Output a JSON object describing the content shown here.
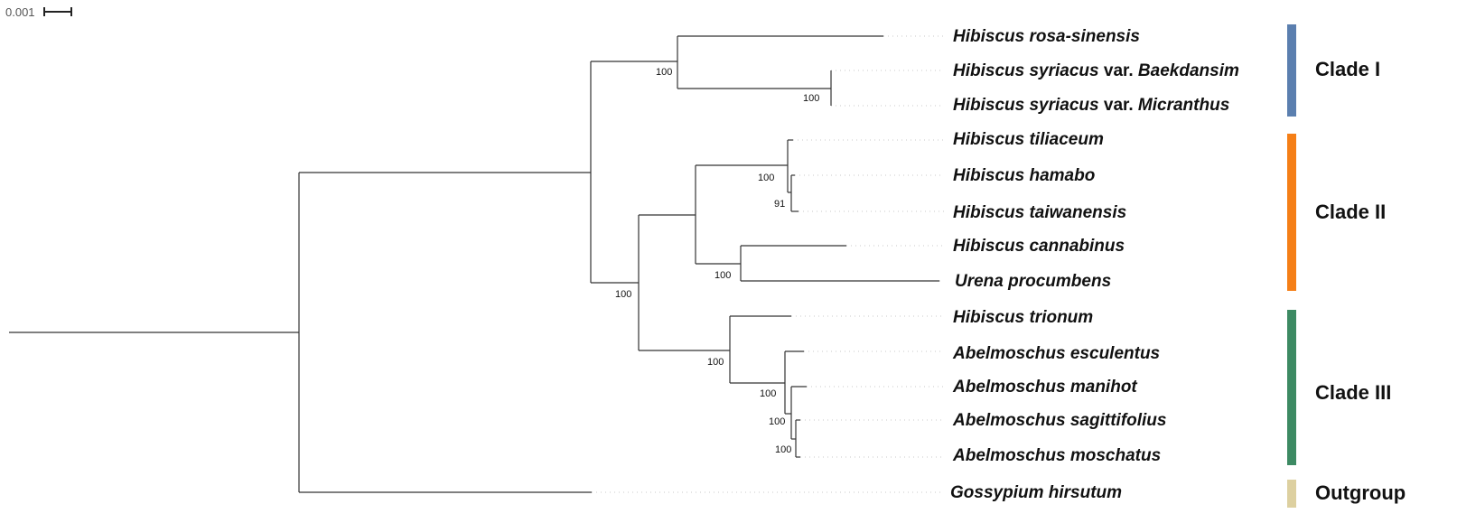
{
  "scale": {
    "label": "0.001"
  },
  "taxa": [
    {
      "parts": [
        {
          "text": "Hibiscus rosa-sinensis",
          "italic": true
        }
      ]
    },
    {
      "parts": [
        {
          "text": "Hibiscus syriacus",
          "italic": true
        },
        {
          "text": " var. ",
          "italic": false
        },
        {
          "text": "Baekdansim",
          "italic": true
        }
      ]
    },
    {
      "parts": [
        {
          "text": "Hibiscus syriacus",
          "italic": true
        },
        {
          "text": " var. ",
          "italic": false
        },
        {
          "text": "Micranthus",
          "italic": true
        }
      ]
    },
    {
      "parts": [
        {
          "text": "Hibiscus tiliaceum",
          "italic": true
        }
      ]
    },
    {
      "parts": [
        {
          "text": "Hibiscus hamabo",
          "italic": true
        }
      ]
    },
    {
      "parts": [
        {
          "text": "Hibiscus taiwanensis",
          "italic": true
        }
      ]
    },
    {
      "parts": [
        {
          "text": "Hibiscus cannabinus",
          "italic": true
        }
      ]
    },
    {
      "parts": [
        {
          "text": "Urena procumbens",
          "italic": true
        }
      ]
    },
    {
      "parts": [
        {
          "text": "Hibiscus trionum",
          "italic": true
        }
      ]
    },
    {
      "parts": [
        {
          "text": "Abelmoschus esculentus",
          "italic": true
        }
      ]
    },
    {
      "parts": [
        {
          "text": "Abelmoschus manihot",
          "italic": true
        }
      ]
    },
    {
      "parts": [
        {
          "text": "Abelmoschus sagittifolius",
          "italic": true
        }
      ]
    },
    {
      "parts": [
        {
          "text": "Abelmoschus moschatus",
          "italic": true
        }
      ]
    },
    {
      "parts": [
        {
          "text": "Gossypium hirsutum",
          "italic": true
        }
      ]
    }
  ],
  "bootstrap": [
    "100",
    "100",
    "100",
    "91",
    "100",
    "100",
    "100",
    "100",
    "100",
    "100"
  ],
  "clades": [
    {
      "label": "Clade I",
      "color": "#5b7faf"
    },
    {
      "label": "Clade II",
      "color": "#f57f17"
    },
    {
      "label": "Clade III",
      "color": "#3d8a63"
    },
    {
      "label": "Outgroup",
      "color": "#ddd0a0"
    }
  ]
}
